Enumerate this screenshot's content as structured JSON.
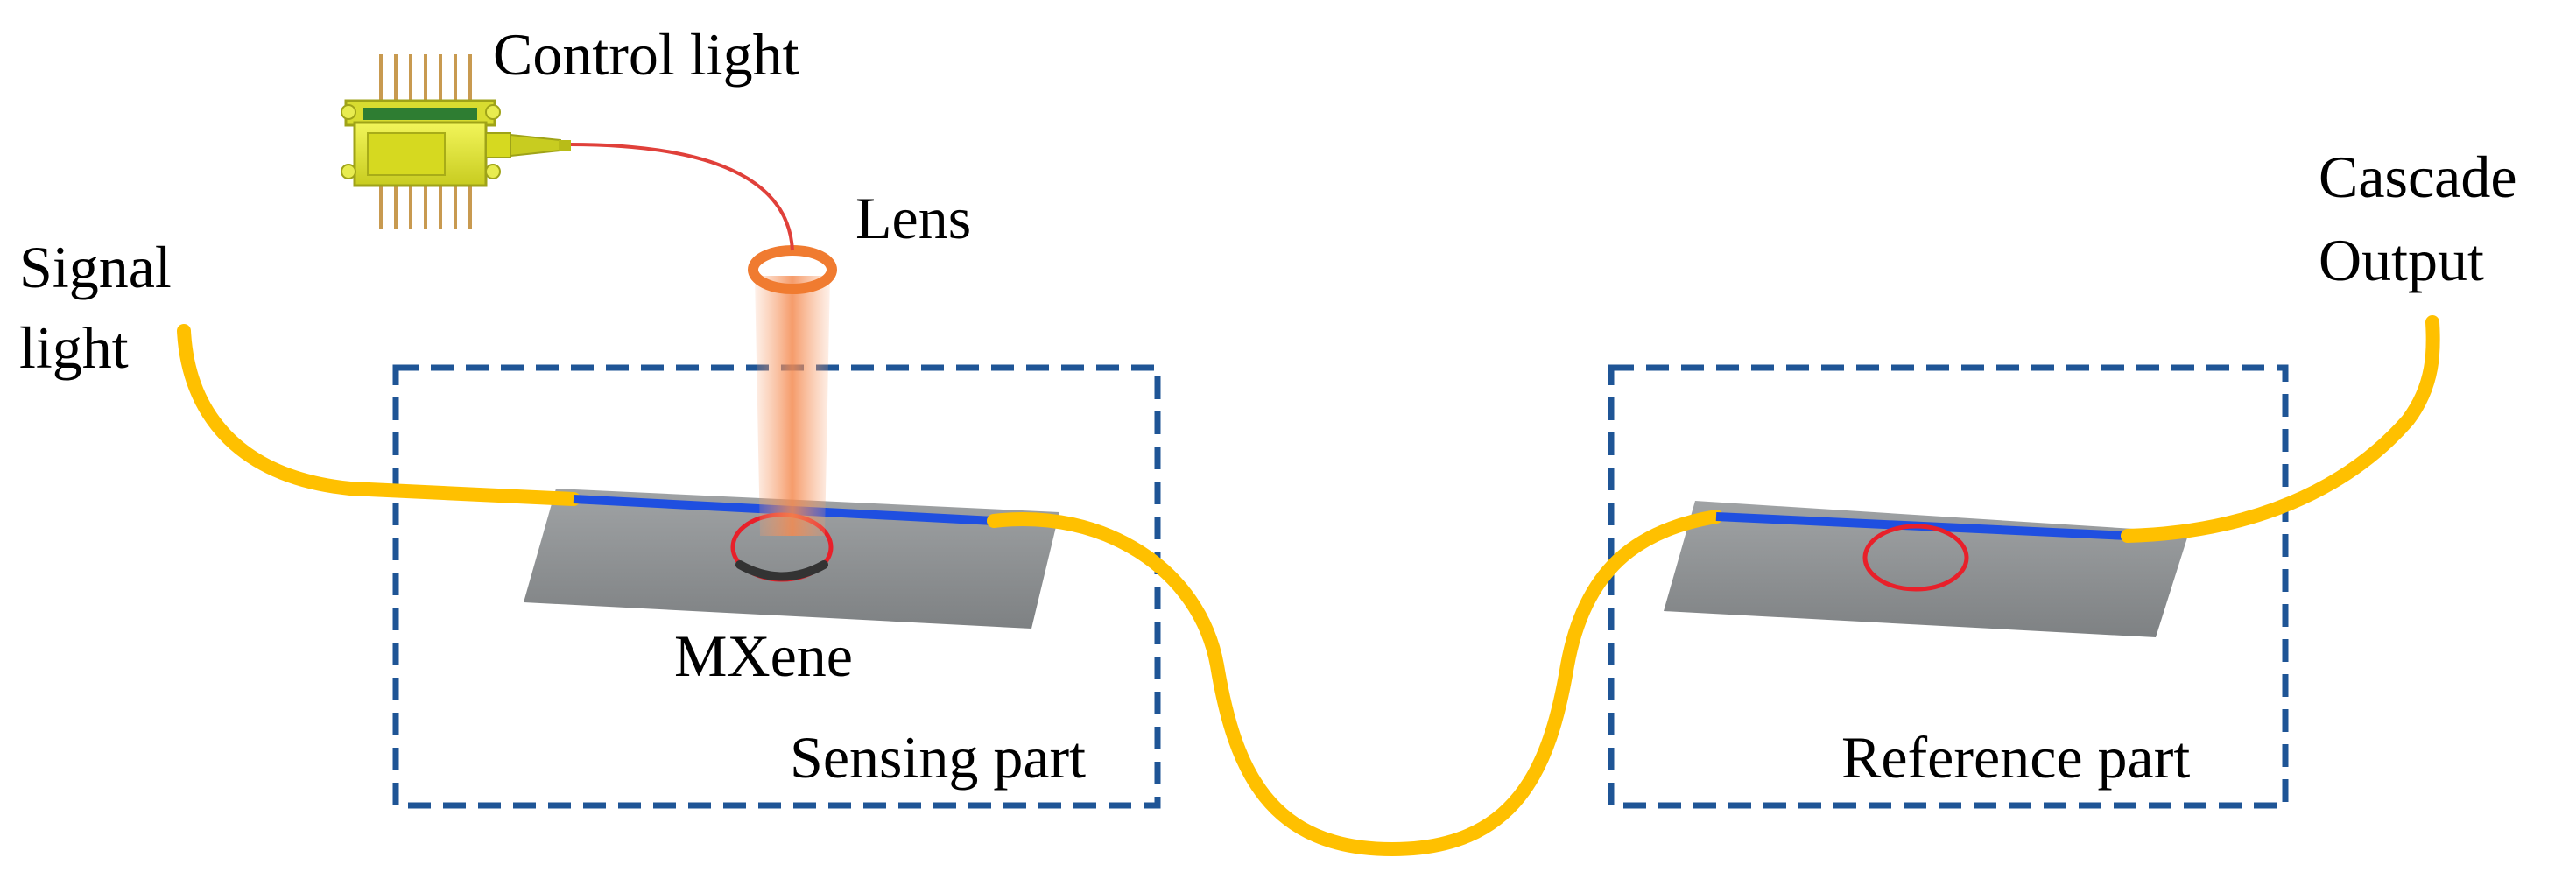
{
  "labels": {
    "control_light": "Control light",
    "lens": "Lens",
    "signal_light_line1": "Signal",
    "signal_light_line2": "light",
    "cascade_output_line1": "Cascade",
    "cascade_output_line2": "Output",
    "mxene": "MXene",
    "sensing_part": "Sensing part",
    "reference_part": "Reference part"
  },
  "colors": {
    "fiber": "#FFC000",
    "waveguide": "#1F4FE0",
    "ring": "#E8202A",
    "box_dash": "#1F5596",
    "chip": "#8A8D8F",
    "laser_body": "#E4E830",
    "lens": "#F07B30",
    "beam": "#F7A070",
    "mxene": "#333333"
  }
}
